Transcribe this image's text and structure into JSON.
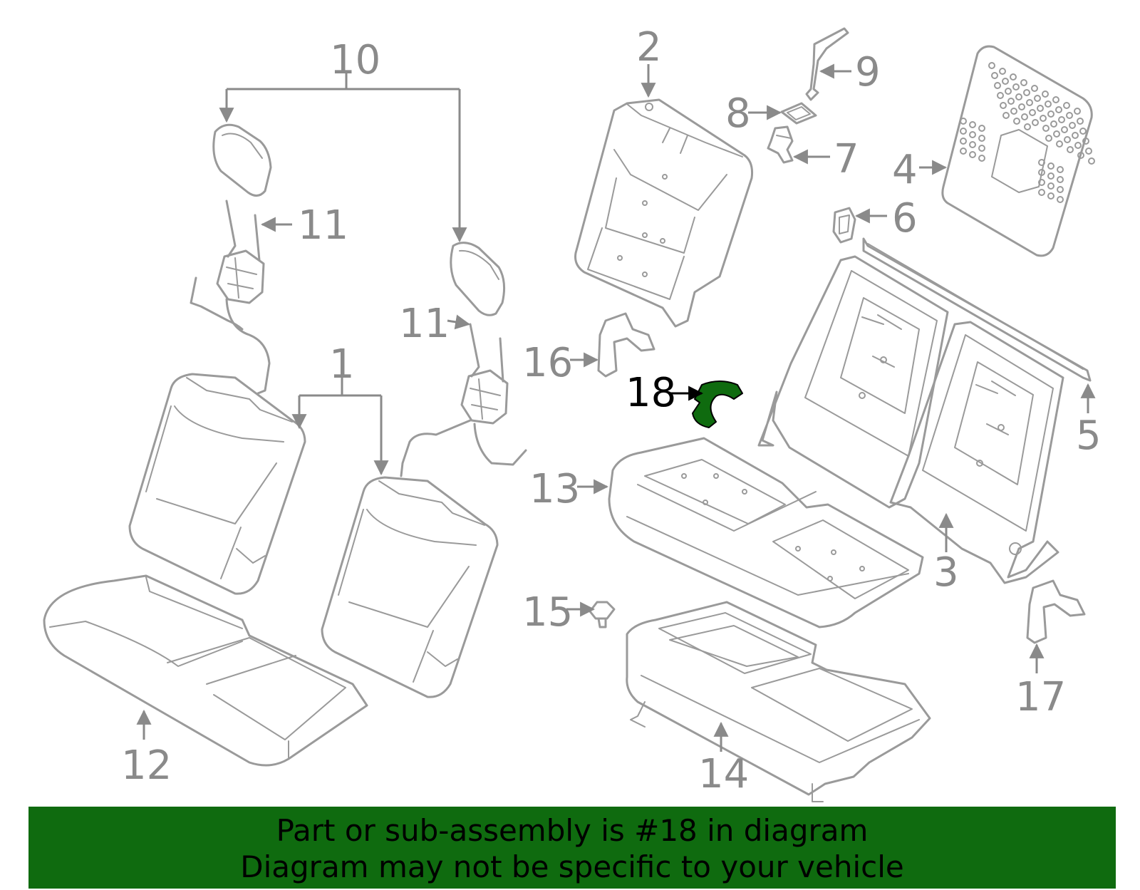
{
  "colors": {
    "line_art": "#9a9a9a",
    "label_text": "#8a8a8a",
    "highlight_part": "#0f6b0f",
    "banner_background": "#0f6b0f",
    "banner_text": "#000000",
    "highlight_label": "#000000"
  },
  "highlighted_part": "18",
  "labels": {
    "p1": "1",
    "p2": "2",
    "p3": "3",
    "p4": "4",
    "p5": "5",
    "p6": "6",
    "p7": "7",
    "p8": "8",
    "p9": "9",
    "p10": "10",
    "p11a": "11",
    "p11b": "11",
    "p12": "12",
    "p13": "13",
    "p14": "14",
    "p15": "15",
    "p16": "16",
    "p17": "17",
    "p18": "18"
  },
  "banner": {
    "line1": "Part or sub-assembly is #18 in diagram",
    "line2": "Diagram may not be specific to your vehicle"
  }
}
